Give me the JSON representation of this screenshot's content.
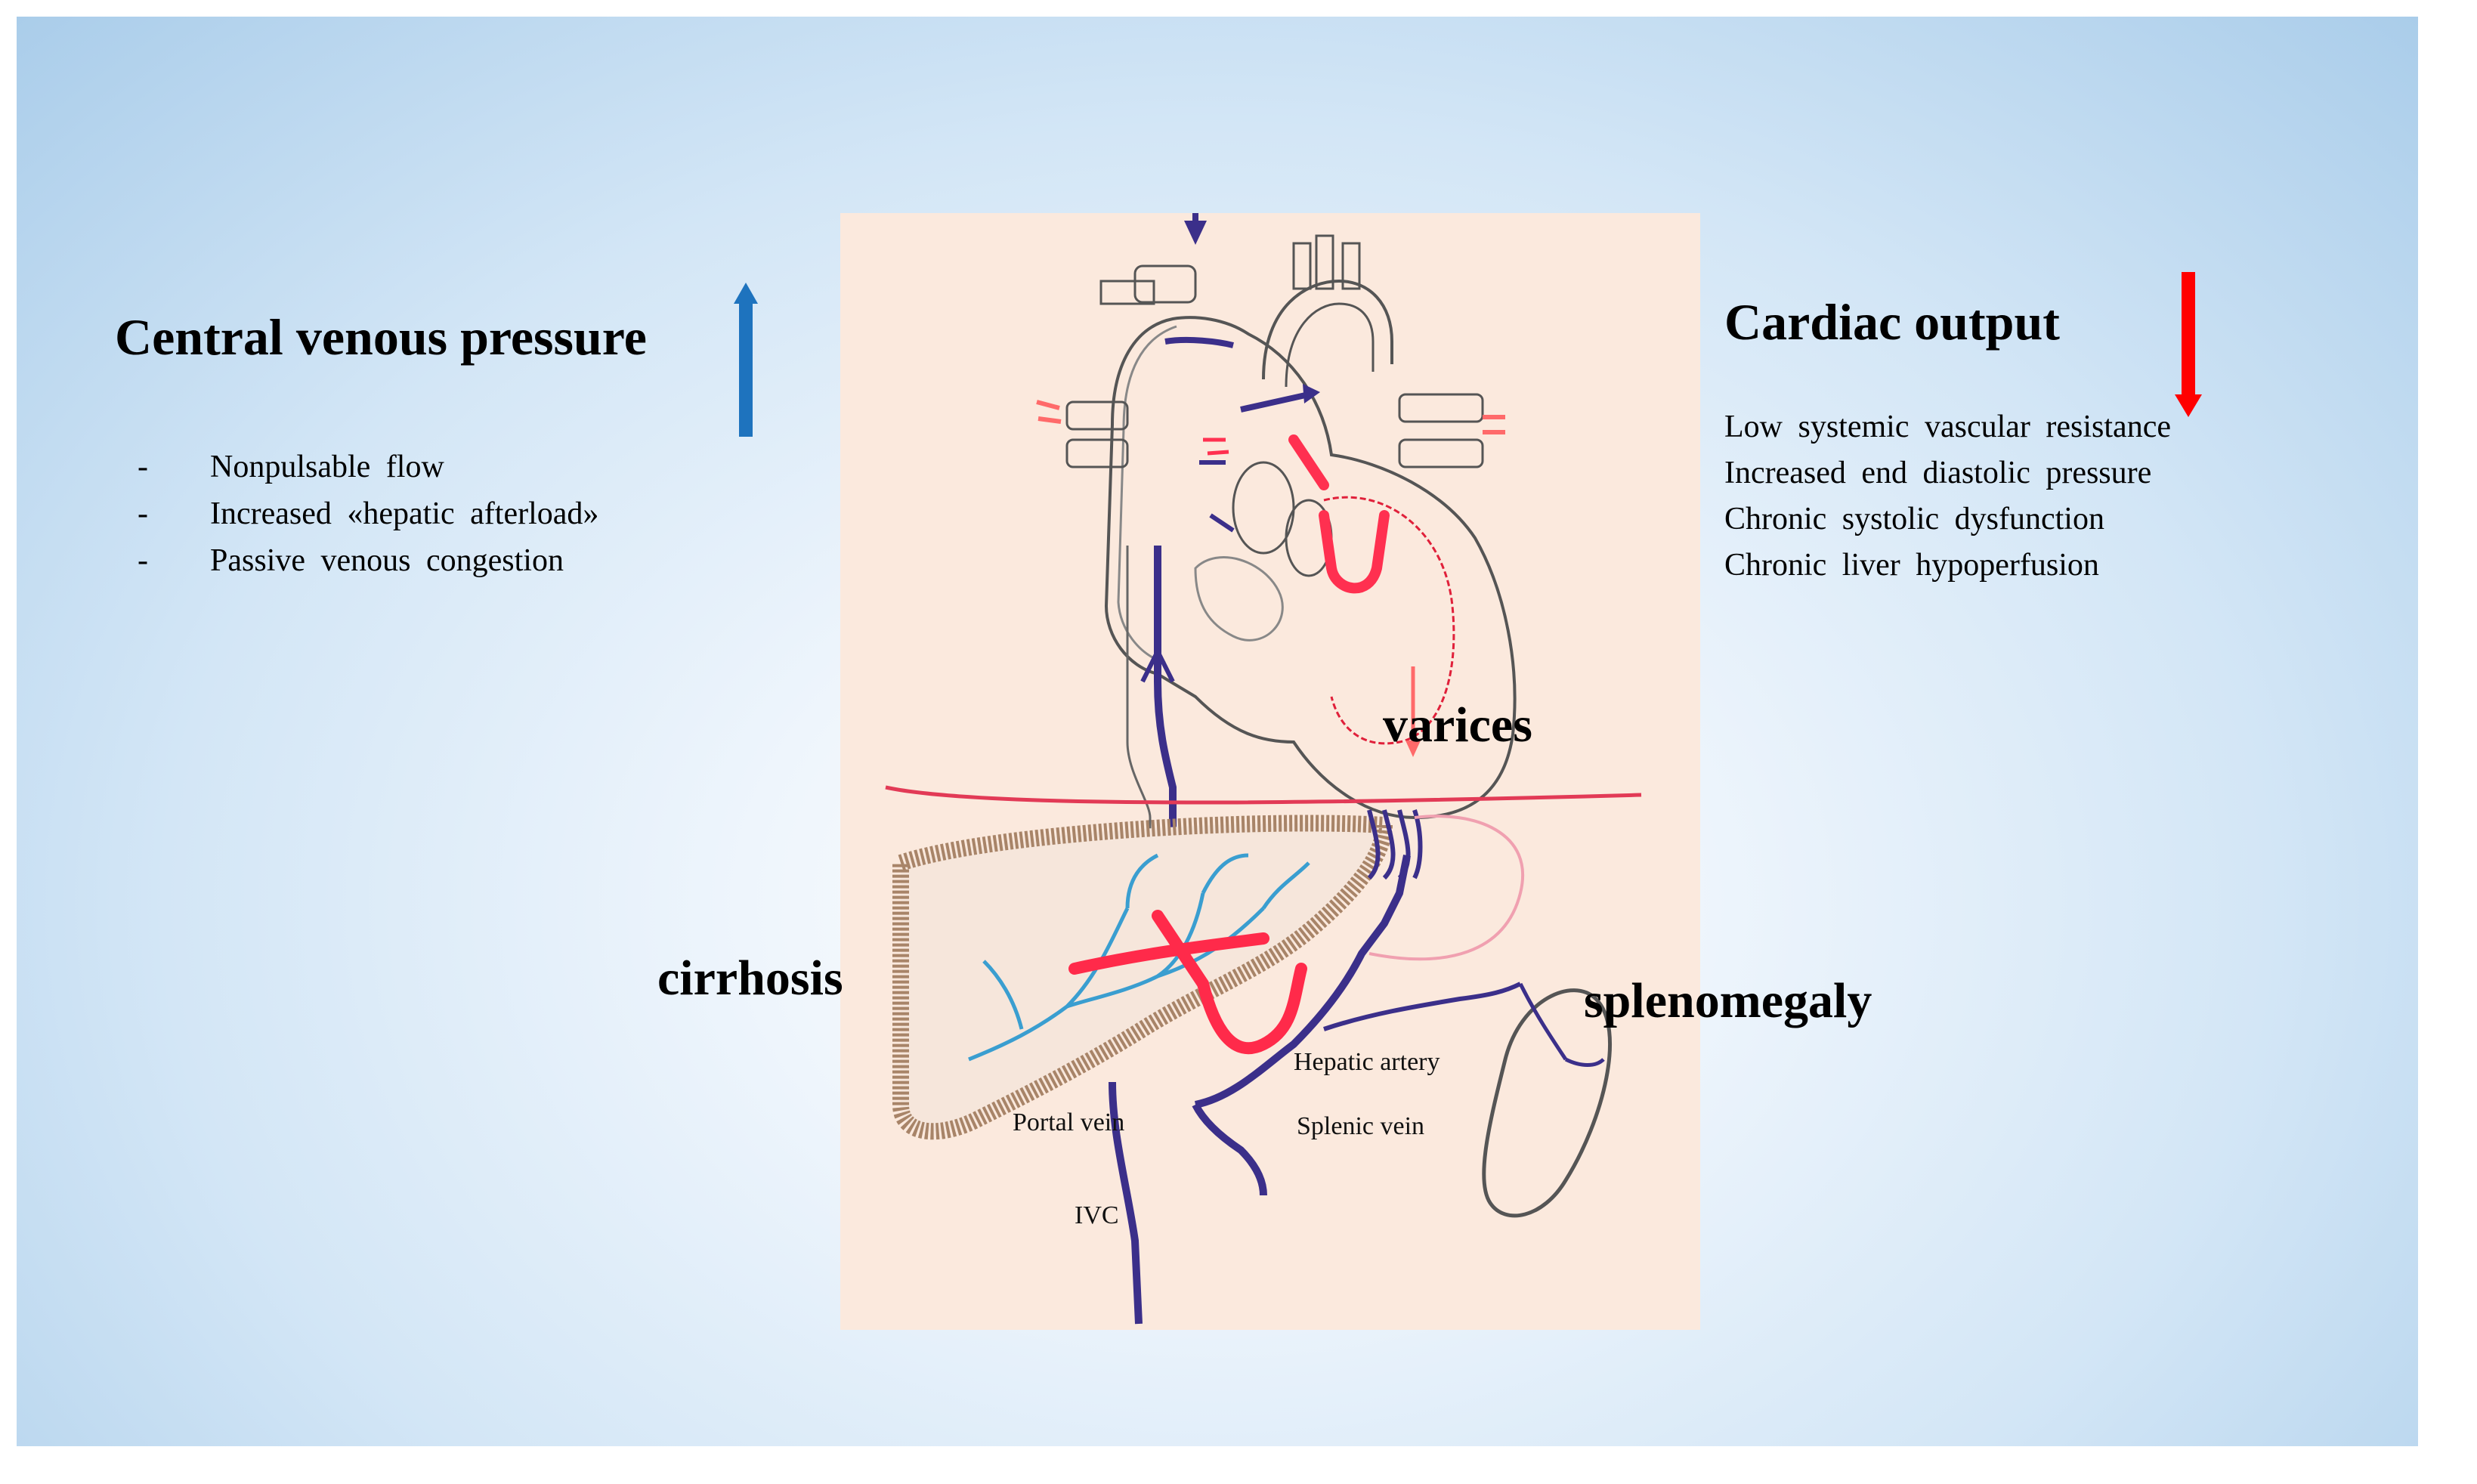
{
  "left_panel": {
    "title": "Central venous pressure",
    "arrow_direction": "up",
    "arrow_color": "#1e73be",
    "items": [
      {
        "bullet": "-",
        "text": "Nonpulsable flow"
      },
      {
        "bullet": "-",
        "text": "Increased «hepatic afterload»"
      },
      {
        "bullet": "-",
        "text": "Passive venous congestion"
      }
    ]
  },
  "right_panel": {
    "title": "Cardiac output",
    "arrow_direction": "down",
    "arrow_color": "#ff0000",
    "items": [
      "Low systemic vascular resistance",
      "Increased end diastolic pressure",
      "Chronic systolic dysfunction",
      "Chronic liver hypoperfusion"
    ]
  },
  "diagram": {
    "labels": {
      "varices": "varices",
      "cirrhosis": "cirrhosis",
      "splenomegaly": "splenomegaly",
      "hepatic_artery": "Hepatic artery",
      "splenic_vein": "Splenic vein",
      "portal_vein": "Portal vein",
      "ivc": "IVC"
    },
    "colors": {
      "vein": "#3b2f8a",
      "artery": "#ff2a4a",
      "portal_branches": "#3a9ed0",
      "liver_outline": "#a88468",
      "diaphragm": "#e23a56",
      "background_paper": "#fbe9dd"
    }
  }
}
